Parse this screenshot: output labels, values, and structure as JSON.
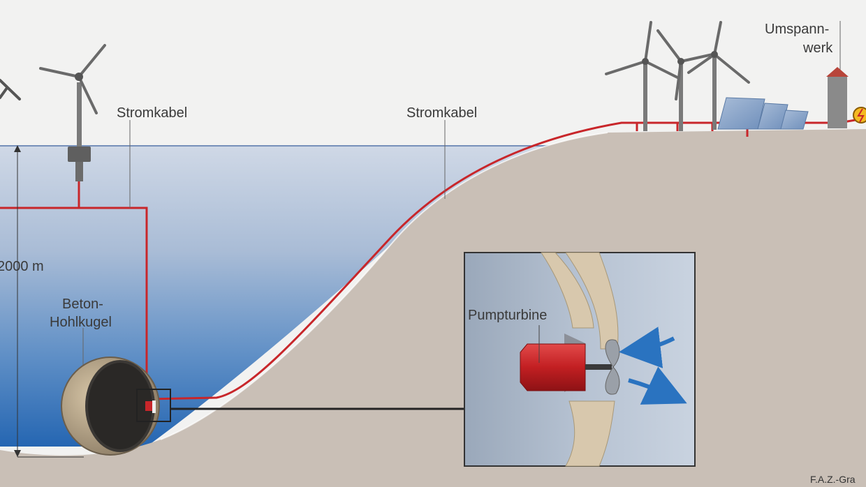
{
  "labels": {
    "cable_left": "Stromkabel",
    "cable_right": "Stromkabel",
    "substation_line1": "Umspann-",
    "substation_line2": "werk",
    "depth": "2000 m",
    "sphere_line1": "Beton-",
    "sphere_line2": "Hohlkugel",
    "pump_turbine": "Pumpturbine",
    "credit": "F.A.Z.-Gra"
  },
  "colors": {
    "sky": "#f2f2f1",
    "water_top": "#c5d0e0",
    "water_bottom": "#2a6fb8",
    "seabed": "#c9bfb6",
    "cable": "#c8262a",
    "arrow": "#2a73c0",
    "concrete": "#d8c8ad"
  }
}
